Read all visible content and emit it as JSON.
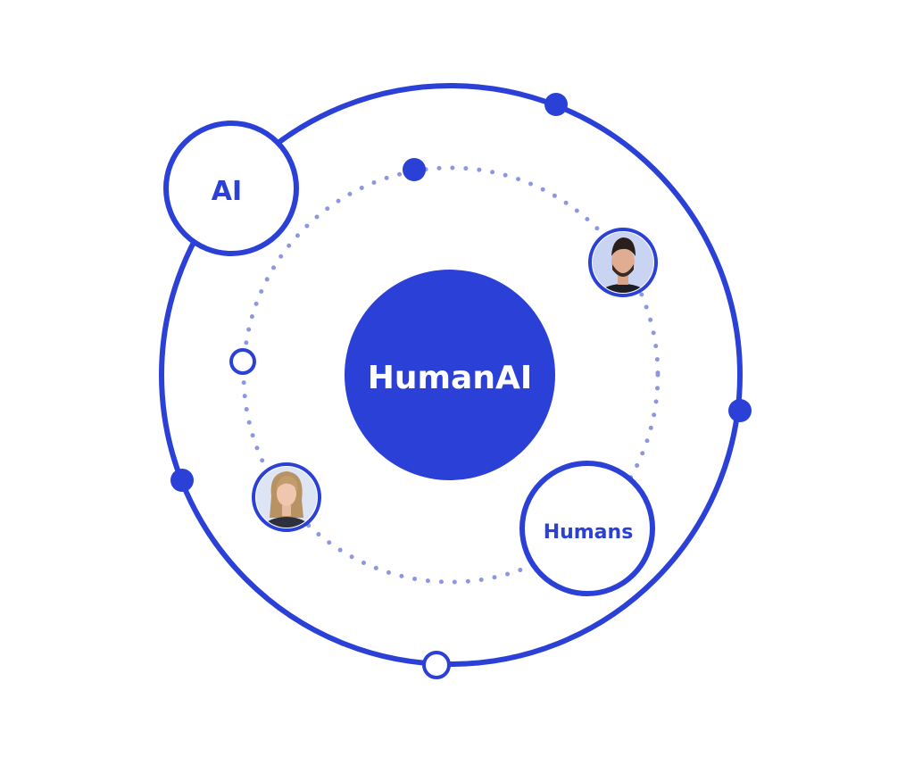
{
  "center": {
    "label": "HumanAI"
  },
  "nodes": {
    "ai": {
      "label": "AI"
    },
    "humans": {
      "label": "Humans"
    }
  },
  "people": [
    {
      "name": "man-avatar",
      "depiction": "bearded man in dark jacket"
    },
    {
      "name": "woman-avatar",
      "depiction": "blonde woman in dark blazer"
    }
  ],
  "colors": {
    "primary": "#2b40d6",
    "dotted": "#8c97e2",
    "background": "#ffffff",
    "text_on_primary": "#ffffff"
  }
}
